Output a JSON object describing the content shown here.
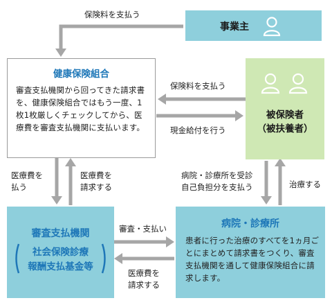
{
  "employer": {
    "title": "事業主"
  },
  "insurer": {
    "title": "健康保険組合",
    "body": "審査支払機関から回ってきた請求書を、健康保険組合ではもう一度、1枚1枚厳しくチェックしてから、医療費を審査支払機関に支払います。"
  },
  "insured": {
    "title_line1": "被保険者",
    "title_line2": "（被扶養者）"
  },
  "reviewer": {
    "title_line1": "審査支払機関",
    "title_line2": "社会保険診療",
    "title_line3": "報酬支払基金等"
  },
  "hospital": {
    "title": "病院・診療所",
    "body": "患者に行った治療のすべてを1ヵ月ごとにまとめて請求書をつくり、審査支払機関を通して健康保険組合に請求します。"
  },
  "labels": {
    "employer_pays": "保険料を支払う",
    "insured_pays": "保険料を支払う",
    "cash_benefit": "現金給付を行う",
    "pay_medical_l1": "医療費を",
    "pay_medical_l2": "払う",
    "request_medical_up_l1": "医療費を",
    "request_medical_up_l2": "請求する",
    "consult_l1": "病院・診療所を受診",
    "consult_l2": "自己負担分を支払う",
    "treat": "治療する",
    "review_pay": "審査・支払い",
    "request_medical_left_l1": "医療費を",
    "request_medical_left_l2": "請求する"
  },
  "colors": {
    "blue_box": "#8ecfdc",
    "green_box": "#cfe8b4",
    "title_blue": "#1e77b8",
    "arrow_gray": "#a6a6a6"
  },
  "icons": [
    "person-icon"
  ]
}
